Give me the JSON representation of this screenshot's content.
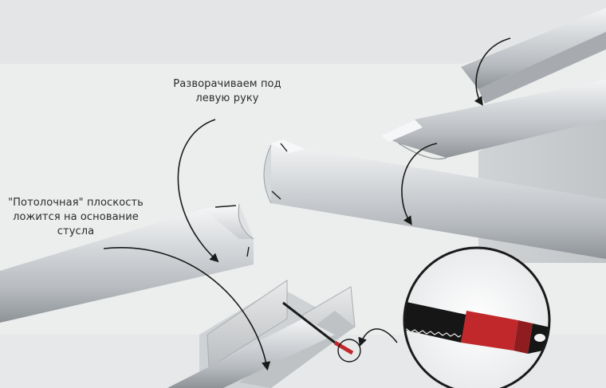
{
  "captions": {
    "rotate": {
      "line1": "Разворачиваем под",
      "line2": "левую руку"
    },
    "ceiling": {
      "line1": "\"Потолочная\" плоскость",
      "line2": "ложится на основание",
      "line3": "стусла"
    }
  },
  "colors": {
    "background": "#eceeed",
    "wall": "#dcdedd",
    "molding_light": "#d8dadc",
    "molding_dark": "#9ea3a8",
    "saw_red": "#c0282c",
    "saw_black": "#161616",
    "arrow": "#1a1a1a"
  },
  "icons": [
    "curved-arrow-icon",
    "magnifier-circle-icon",
    "hacksaw-blade-icon"
  ]
}
